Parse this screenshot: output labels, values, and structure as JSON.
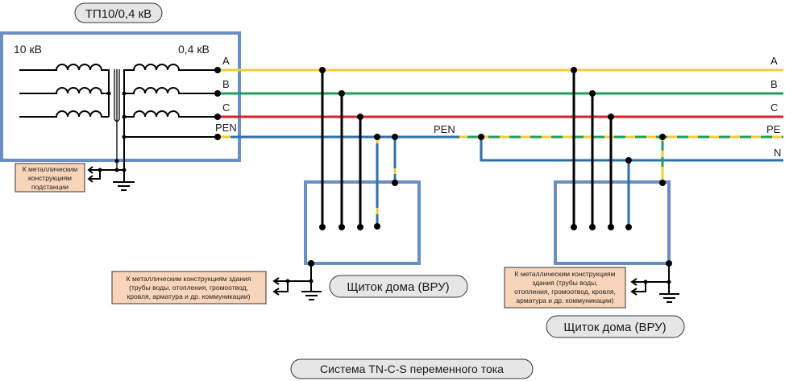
{
  "title_pill": "ТП10/0,4 кВ",
  "substation": {
    "hv_label": "10 кВ",
    "lv_label": "0,4 кВ",
    "terminals": [
      "A",
      "B",
      "C",
      "PEN"
    ],
    "note_lines": [
      "К металлическим",
      "конструкциям",
      "подстанции"
    ]
  },
  "lines": {
    "left_labels": [
      "A",
      "B",
      "C",
      "PEN"
    ],
    "mid_label": "PEN",
    "right_labels": [
      "A",
      "B",
      "C",
      "PE",
      "N"
    ],
    "colors": {
      "A": "#f2cc3a",
      "B": "#1f9e5c",
      "C": "#d0252b",
      "PEN": "#2f6fa8",
      "N": "#2f6fa8",
      "PE_a": "#f2cc3a",
      "PE_b": "#1f9e5c",
      "frame": "#6b8fc2",
      "wire": "#000000",
      "note_bg": "#f8d5b8",
      "pill_bg": "#e6e6e6"
    }
  },
  "house1": {
    "pill": "Щиток дома (ВРУ)",
    "note_lines": [
      "К металлическим конструкциям здания",
      "(трубы воды, отопления, громоотвод,",
      "кровля, арматура и др. коммуникации)"
    ]
  },
  "house2": {
    "pill": "Щиток дома (ВРУ)",
    "note_lines": [
      "К металлическим конструкциям",
      "здания (трубы воды,",
      "отопления, громоотвод, кровля,",
      "арматура и др. коммуникации)"
    ]
  },
  "caption": "Система TN-C-S переменного тока"
}
